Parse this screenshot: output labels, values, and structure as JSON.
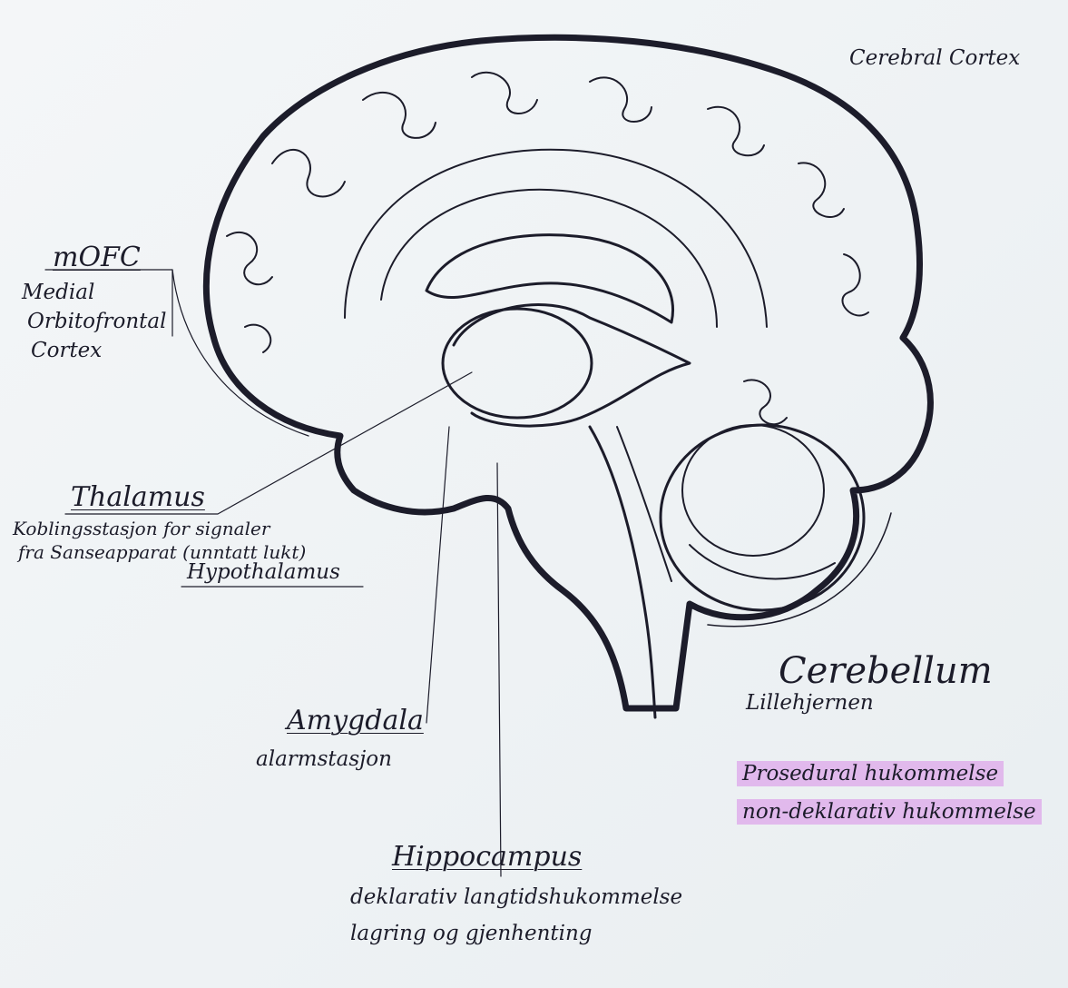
{
  "labels": {
    "cerebral_cortex": "Cerebral Cortex",
    "mofc": {
      "title": "mOFC",
      "lines": [
        "Medial",
        "Orbitofrontal",
        "Cortex"
      ]
    },
    "thalamus": {
      "title": "Thalamus",
      "description": [
        "Koblingsstasjon for signaler",
        "fra Sanseapparat (unntatt lukt)"
      ]
    },
    "hypothalamus": "Hypothalamus",
    "amygdala": {
      "title": "Amygdala",
      "description": "alarmstasjon"
    },
    "hippocampus": {
      "title": "Hippocampus",
      "description": [
        "deklarativ langtidshukommelse",
        "lagring og gjenhenting"
      ]
    },
    "cerebellum": {
      "title": "Cerebellum",
      "description": "Lillehjernen"
    },
    "procedural": [
      "Prosedural hukommelse",
      "non-deklarativ hukommelse"
    ]
  },
  "colors": {
    "ink": "#1c1c2a",
    "highlight": "#d88ce8",
    "paper": "#eef2f4"
  }
}
